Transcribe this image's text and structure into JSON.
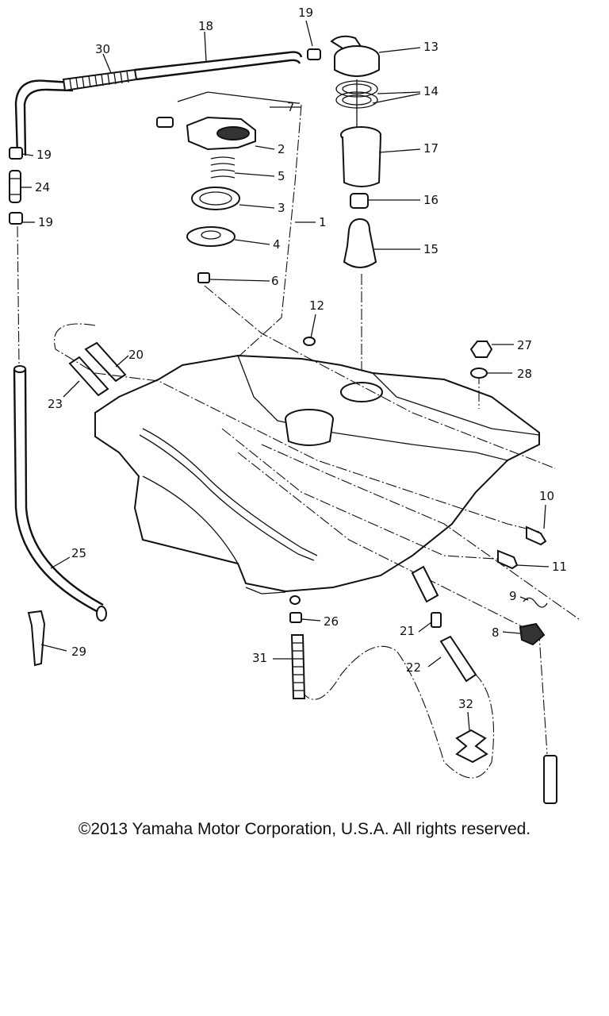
{
  "callouts": [
    "1",
    "2",
    "3",
    "4",
    "5",
    "6",
    "7",
    "8",
    "9",
    "10",
    "11",
    "12",
    "13",
    "14",
    "15",
    "16",
    "17",
    "18",
    "19",
    "20",
    "21",
    "22",
    "23",
    "24",
    "25",
    "26",
    "27",
    "28",
    "29",
    "30",
    "31",
    "32"
  ],
  "copyright": "©2013 Yamaha Motor Corporation, U.S.A. All rights reserved."
}
